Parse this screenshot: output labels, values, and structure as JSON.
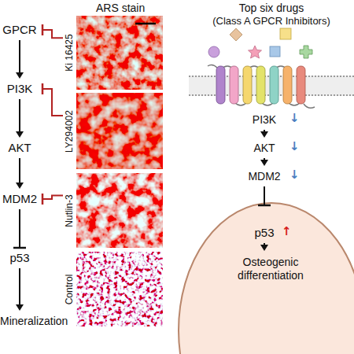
{
  "diagram": {
    "nodes": [
      {
        "text": [
          "GPCR"
        ]
      },
      {
        "text": [
          "PI3K"
        ]
      },
      {
        "text": [
          "AKT"
        ]
      },
      {
        "text": [
          "MDM2"
        ]
      },
      {
        "text": [
          "p53"
        ]
      },
      {
        "text": [
          "Mineralization"
        ]
      },
      {
        "text": [
          "Ki 16425"
        ]
      },
      {
        "text": [
          "LY294002"
        ]
      },
      {
        "text": [
          "Nutlin-3"
        ]
      },
      {
        "text": [
          "Control"
        ]
      },
      {
        "text": [
          "Top six drugs",
          "(Class A GPCR Inhibitors)"
        ]
      },
      {
        "text": [
          "PI3K"
        ]
      },
      {
        "text": [
          "AKT"
        ]
      },
      {
        "text": [
          "MDM2"
        ]
      },
      {
        "text": [
          "p53"
        ]
      },
      {
        "text": [
          "Osteogenic differentiation"
        ]
      }
    ],
    "edges": [
      {
        "from": 0,
        "to": 1,
        "arrow": "to"
      },
      {
        "from": 1,
        "to": 2,
        "arrow": "to"
      },
      {
        "from": 2,
        "to": 3,
        "arrow": "to"
      },
      {
        "from": 3,
        "to": 4,
        "arrow": "to"
      },
      {
        "from": 4,
        "to": 5,
        "arrow": "to"
      },
      {
        "from": 6,
        "to": 0,
        "arrow": "to"
      },
      {
        "from": 7,
        "to": 1,
        "arrow": "to"
      },
      {
        "from": 8,
        "to": 3,
        "arrow": "to"
      },
      {
        "from": 11,
        "to": 12,
        "arrow": "to"
      },
      {
        "from": 12,
        "to": 13,
        "arrow": "to"
      },
      {
        "from": 13,
        "to": 14,
        "arrow": "to"
      },
      {
        "from": 14,
        "to": 15,
        "arrow": "to"
      }
    ],
    "labels": [
      "ARS stain",
      "↓",
      "↓",
      "↓",
      "↑"
    ]
  }
}
